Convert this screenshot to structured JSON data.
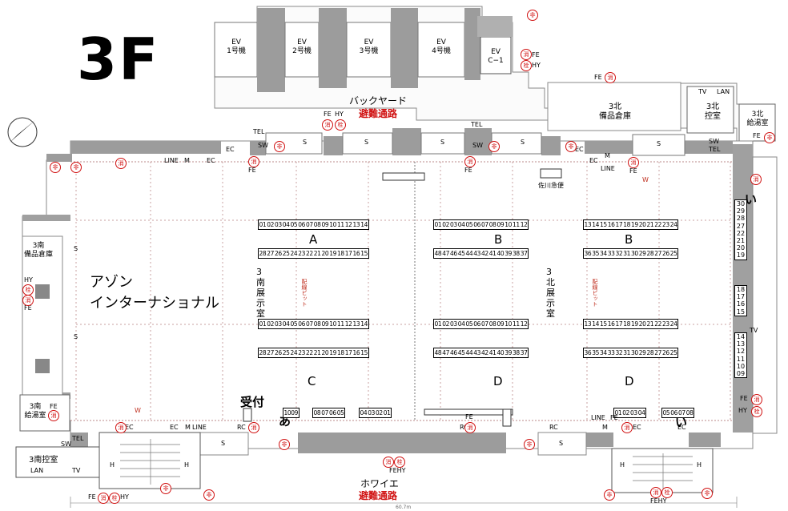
{
  "floor_label": "3F",
  "elevators": [
    {
      "name": "EV",
      "sub": "1号機"
    },
    {
      "name": "EV",
      "sub": "2号機"
    },
    {
      "name": "EV",
      "sub": "3号機"
    },
    {
      "name": "EV",
      "sub": "4号機"
    },
    {
      "name": "EV",
      "sub": "C−1"
    }
  ],
  "areas": {
    "backyard": "バックヤード",
    "evac_top": "避難通路",
    "evac_bottom": "避難通路",
    "foyer": "ホワイエ",
    "north_storage_1": "3北",
    "north_storage_2": "備品倉庫",
    "north_waiting_1": "3北",
    "north_waiting_2": "控室",
    "north_kitchen_1": "3北",
    "north_kitchen_2": "給湯室",
    "south_storage_1": "3南",
    "south_storage_2": "備品倉庫",
    "south_kitchen_1": "3南",
    "south_kitchen_2": "給湯室",
    "south_waiting": "3南控室",
    "south_hall": "3\n南\n展\n示\n室",
    "north_hall": "3\n北\n展\n示\n室",
    "sagawa": "佐川急便",
    "reception": "受付",
    "wiring_pit": "配線ピット"
  },
  "company_line1": "アゾン",
  "company_line2": "インターナショナル",
  "zones": {
    "A": "A",
    "B1": "B",
    "B2": "B",
    "C": "C",
    "D1": "D",
    "D2": "D",
    "a": "あ",
    "i1": "い",
    "i2": "い"
  },
  "booth_rows": {
    "a_top": [
      "01",
      "02",
      "03",
      "04",
      "05",
      "06",
      "07",
      "08",
      "09",
      "10",
      "11",
      "12",
      "13",
      "14"
    ],
    "a_bot": [
      "28",
      "27",
      "26",
      "25",
      "24",
      "23",
      "22",
      "21",
      "20",
      "19",
      "18",
      "17",
      "16",
      "15"
    ],
    "b_top": [
      "01",
      "02",
      "03",
      "04",
      "05",
      "06",
      "07",
      "08",
      "09",
      "10",
      "11",
      "12"
    ],
    "b_bot": [
      "48",
      "47",
      "46",
      "45",
      "44",
      "43",
      "42",
      "41",
      "40",
      "39",
      "38",
      "37"
    ],
    "b2_top": [
      "13",
      "14",
      "15",
      "16",
      "17",
      "18",
      "19",
      "20",
      "21",
      "22",
      "23",
      "24"
    ],
    "b2_bot": [
      "36",
      "35",
      "34",
      "33",
      "32",
      "31",
      "30",
      "29",
      "28",
      "27",
      "26",
      "25"
    ],
    "c_top": [
      "01",
      "02",
      "03",
      "04",
      "05",
      "06",
      "07",
      "08",
      "09",
      "10",
      "11",
      "12",
      "13",
      "14"
    ],
    "c_bot": [
      "28",
      "27",
      "26",
      "25",
      "24",
      "23",
      "22",
      "21",
      "20",
      "19",
      "18",
      "17",
      "16",
      "15"
    ],
    "d_top": [
      "01",
      "02",
      "03",
      "04",
      "05",
      "06",
      "07",
      "08",
      "09",
      "10",
      "11",
      "12"
    ],
    "d_bot": [
      "48",
      "47",
      "46",
      "45",
      "44",
      "43",
      "42",
      "41",
      "40",
      "39",
      "38",
      "37"
    ],
    "d2_top": [
      "13",
      "14",
      "15",
      "16",
      "17",
      "18",
      "19",
      "20",
      "21",
      "22",
      "23",
      "24"
    ],
    "d2_bot": [
      "36",
      "35",
      "34",
      "33",
      "32",
      "31",
      "30",
      "29",
      "28",
      "27",
      "26",
      "25"
    ],
    "a_front": [
      "1009"
    ],
    "a_front2": [
      "08",
      "07",
      "06",
      "05"
    ],
    "a_front3": [
      "04",
      "03",
      "02",
      "01"
    ],
    "i_front1": [
      "01",
      "02",
      "03",
      "04"
    ],
    "i_front2": [
      "05",
      "06",
      "07",
      "08"
    ],
    "i_col1": [
      "30",
      "29",
      "28",
      "27",
      "22",
      "21",
      "20",
      "19"
    ],
    "i_col2": [
      "18",
      "17",
      "16",
      "15"
    ],
    "i_col3": [
      "14",
      "13",
      "12",
      "11",
      "10",
      "09"
    ]
  },
  "services": {
    "tel": "TEL",
    "sw": "SW",
    "ec": "EC",
    "fe": "FE",
    "hy": "HY",
    "line": "LINE",
    "m": "M",
    "s": "S",
    "rc": "RC",
    "lan": "LAN",
    "tv": "TV",
    "h": "H",
    "w": "W",
    "hi": "非",
    "sho": "消",
    "sen": "栓",
    "fehy": "FEHY",
    "dist": "60.7m"
  }
}
